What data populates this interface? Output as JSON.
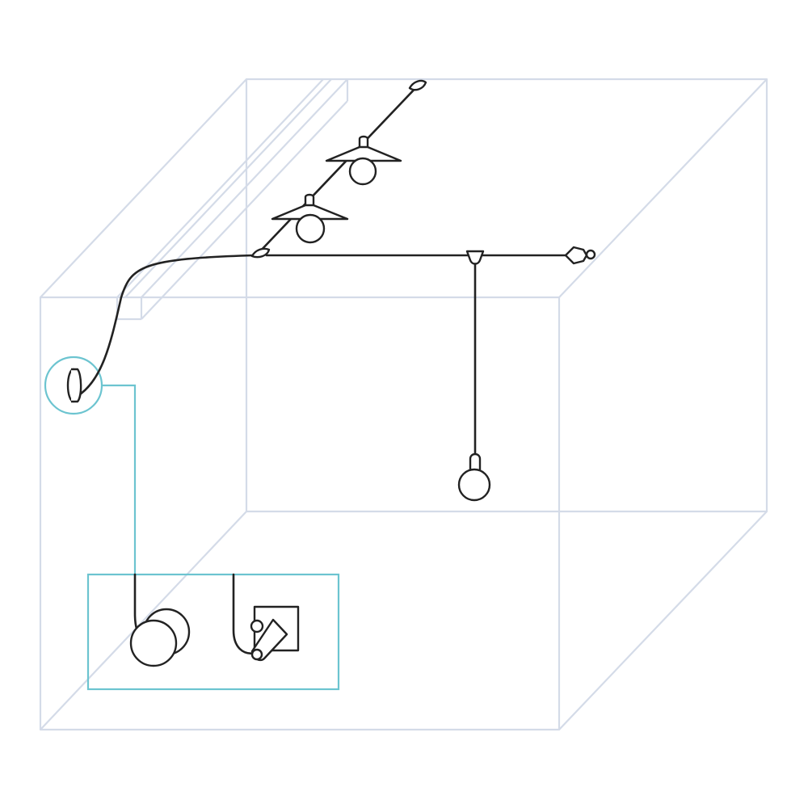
{
  "diagram": {
    "kind": "wiring-illustration",
    "labels": [],
    "components": [
      "room-box",
      "ceiling-rail",
      "suspension-cable",
      "pendant-lamp-with-shade",
      "pendant-lamp-with-shade",
      "hanging-bulb",
      "wall-hook-detail",
      "rotary-dimmer",
      "toggle-switch"
    ]
  },
  "colors": {
    "room_outline": "#d4dbe8",
    "wire": "#222222",
    "highlight": "#6cc4d0",
    "background": "#ffffff"
  }
}
